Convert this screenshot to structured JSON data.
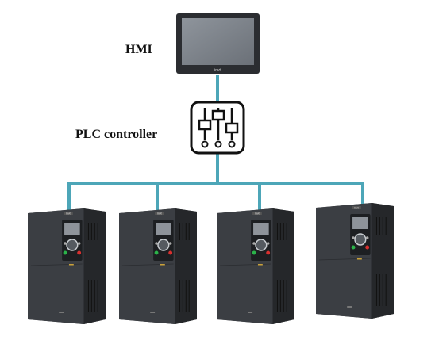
{
  "diagram": {
    "hmi": {
      "label": "HMI",
      "brand": "invt"
    },
    "plc": {
      "label": "PLC controller"
    },
    "drives": [
      {
        "brand": "invt"
      },
      {
        "brand": "invt"
      },
      {
        "brand": "invt"
      },
      {
        "brand": "invt"
      }
    ],
    "colors": {
      "bus_line": "#4da6b8",
      "device_body": "#3a3d42",
      "device_side": "#2a2c30",
      "screen": "#8a8f96"
    }
  }
}
